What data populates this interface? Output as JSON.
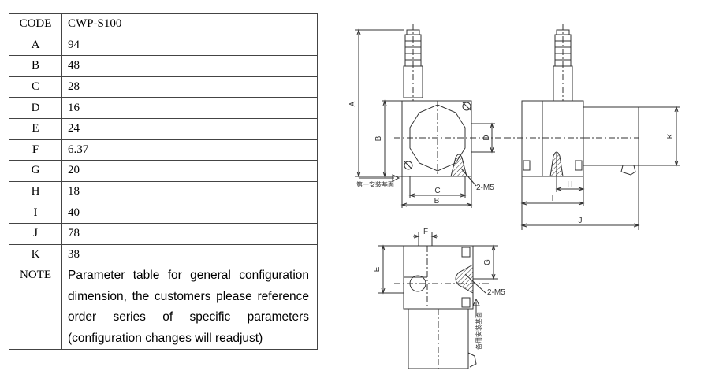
{
  "table": {
    "header": {
      "code": "CODE",
      "value": "CWP-S100"
    },
    "rows": [
      {
        "code": "A",
        "value": "94"
      },
      {
        "code": "B",
        "value": "48"
      },
      {
        "code": "C",
        "value": "28"
      },
      {
        "code": "D",
        "value": "16"
      },
      {
        "code": "E",
        "value": "24"
      },
      {
        "code": "F",
        "value": "6.37"
      },
      {
        "code": "G",
        "value": "20"
      },
      {
        "code": "H",
        "value": "18"
      },
      {
        "code": "I",
        "value": "40"
      },
      {
        "code": "J",
        "value": "78"
      },
      {
        "code": "K",
        "value": "38"
      }
    ],
    "note": {
      "code": "NOTE",
      "text": "Parameter table for general configuration dimension, the customers please reference order series of specific parameters",
      "last_line": "(configuration changes will readjust)"
    }
  },
  "drawing": {
    "labels": {
      "A": "A",
      "B": "B",
      "C": "C",
      "D": "D",
      "E": "E",
      "F": "F",
      "G": "G",
      "H": "H",
      "I": "I",
      "J": "J",
      "K": "K",
      "thread_top": "2-M5",
      "thread_bottom": "2-M5",
      "mount_primary": "第一安装基面",
      "mount_secondary": "备用安装基面"
    }
  }
}
